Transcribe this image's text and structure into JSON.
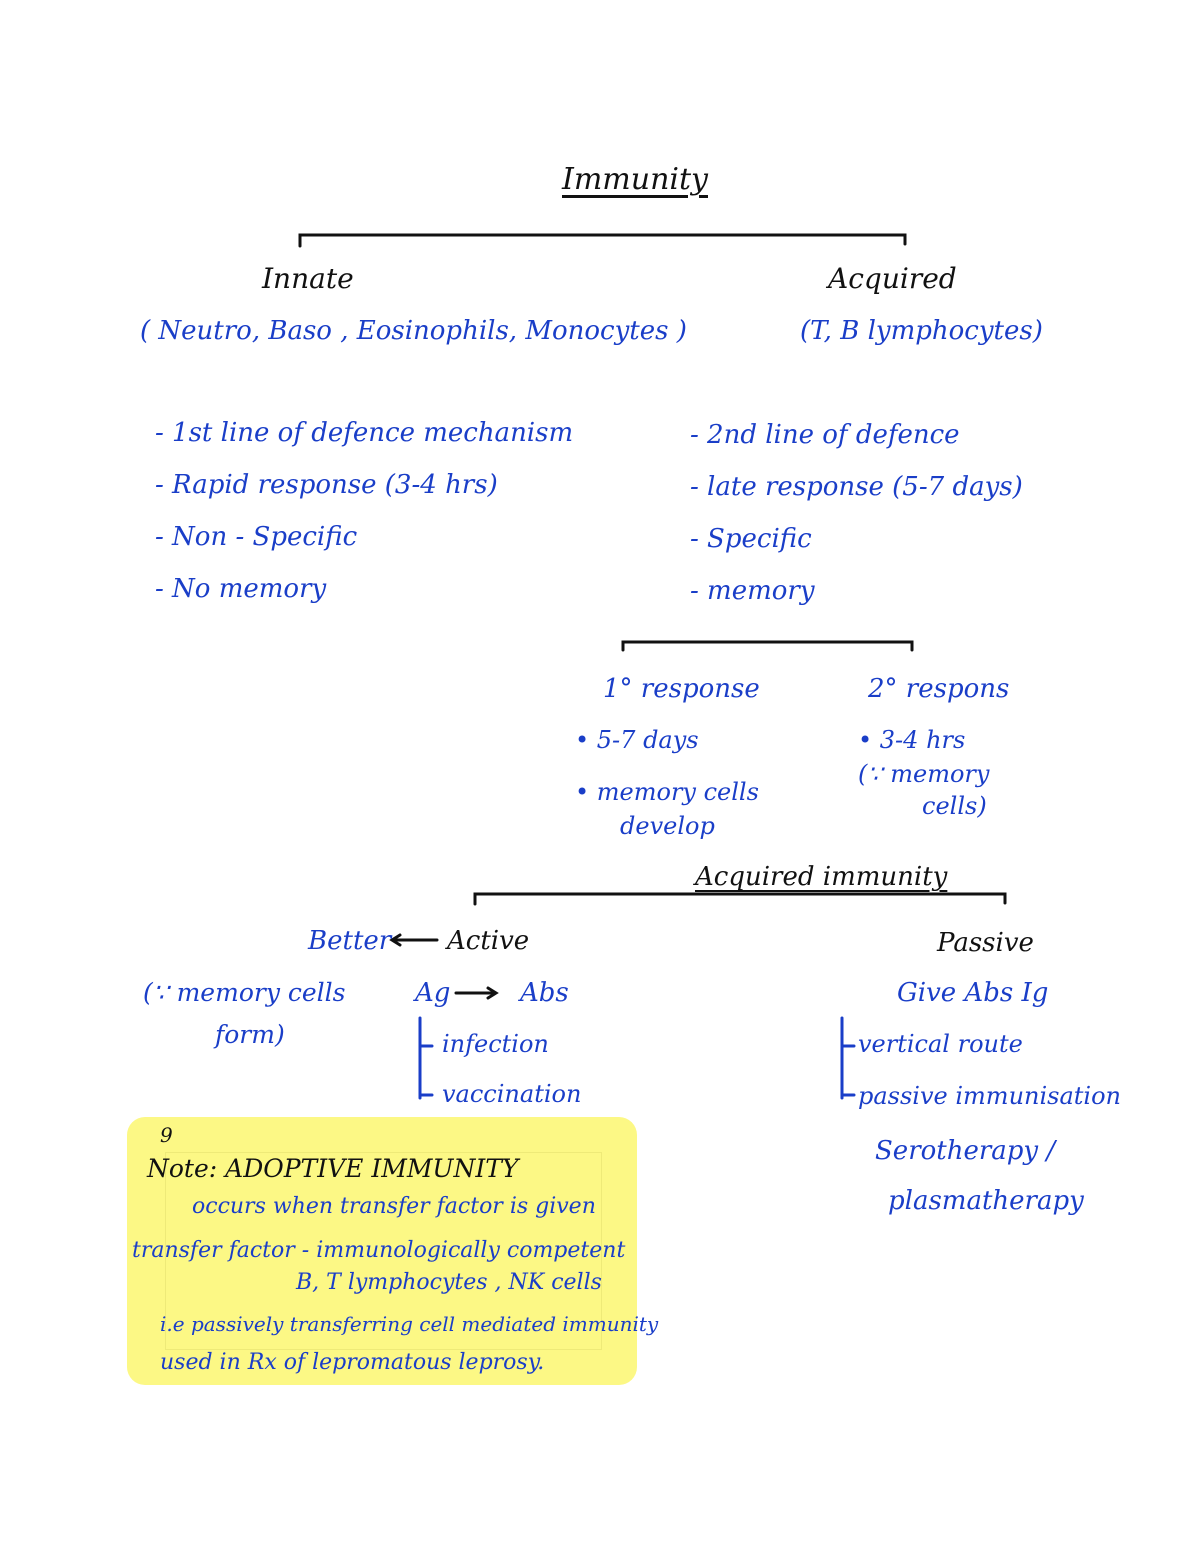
{
  "title": "Immunity",
  "innate": {
    "heading": "Innate",
    "cells": "( Neutro, Baso , Eosinophils, Monocytes )",
    "points": [
      "- 1st line of defence mechanism",
      "- Rapid response (3-4 hrs)",
      "- Non - Specific",
      "- No memory"
    ]
  },
  "acquired": {
    "heading": "Acquired",
    "cells": "(T, B lymphocytes)",
    "points": [
      "- 2nd line of defence",
      "- late response (5-7 days)",
      "- Specific",
      "- memory"
    ],
    "primary": {
      "heading": "1° response",
      "points": [
        "• 5-7 days",
        "• memory cells",
        "develop"
      ]
    },
    "secondary": {
      "heading": "2° respons",
      "points": [
        "• 3-4 hrs",
        "(∵ memory",
        "cells)"
      ]
    }
  },
  "acquired_immunity": {
    "heading": "Acquired immunity",
    "active": {
      "label": "Active",
      "better": "Better",
      "reason_line1": "(∵ memory cells",
      "reason_line2": "form)",
      "ag": "Ag",
      "abs": "Abs",
      "routes": [
        "infection",
        "vaccination"
      ]
    },
    "passive": {
      "label": "Passive",
      "give": "Give Abs Ig",
      "routes": [
        "vertical route",
        "passive immunisation"
      ],
      "therapy_line1": "Serotherapy /",
      "therapy_line2": "plasmatherapy"
    }
  },
  "note": {
    "page_mark": "9",
    "title": "Note: ADOPTIVE IMMUNITY",
    "lines": [
      "occurs when transfer factor is given",
      "transfer factor - immunologically competent",
      "B, T lymphocytes , NK cells",
      "i.e passively transferring cell mediated immunity",
      "used in Rx of lepromatous leprosy."
    ],
    "box_color": "#fcf885"
  },
  "colors": {
    "ink_blue": "#1a3ec8",
    "ink_black": "#111111"
  }
}
